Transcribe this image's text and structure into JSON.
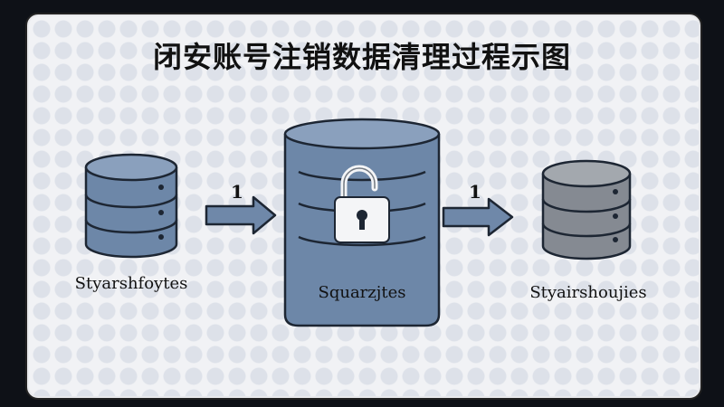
{
  "title": "闭安账号注销数据清理过程示图",
  "nodes": [
    {
      "label": "Styarshfoytes",
      "icon": "database-icon"
    },
    {
      "label": "Squarzjtes",
      "icon": "unlocked-database-icon"
    },
    {
      "label": "Styairshoujies",
      "icon": "database-icon"
    }
  ],
  "steps": [
    "1",
    "1"
  ],
  "colors": {
    "db_blue": "#6d87a8",
    "db_grey": "#858a92",
    "arrow": "#6f88a9",
    "lock": "#f4f5f7"
  }
}
